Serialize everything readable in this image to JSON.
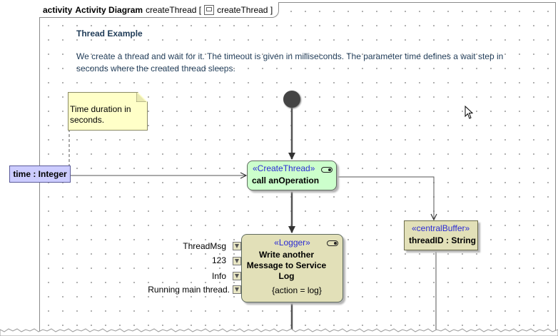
{
  "frame": {
    "kind": "activity",
    "diagram_type": "Activity Diagram",
    "name": "createThread [",
    "ref_name": "createThread ]"
  },
  "documentation": {
    "title": "Thread Example",
    "text": "We create a thread and wait for it. The timeout is given in milliseconds. The parameter time defines a wait step in seconds where the created thread sleeps."
  },
  "note": {
    "text": "Time duration in seconds."
  },
  "parameter": {
    "label": "time : Integer"
  },
  "actions": {
    "create": {
      "stereotype": "«CreateThread»",
      "name": "call anOperation"
    },
    "logger": {
      "stereotype": "«Logger»",
      "name": "Write another Message to Service Log",
      "tag": "{action = log}",
      "pins": [
        {
          "label": "ThreadMsg"
        },
        {
          "label": "123"
        },
        {
          "label": "Info"
        },
        {
          "label": "Running main thread."
        }
      ]
    }
  },
  "buffer": {
    "stereotype": "«centralBuffer»",
    "name": "threadID : String"
  },
  "colors": {
    "create_fill": "#ccffcc",
    "logger_fill": "#e2e0b8",
    "parameter_fill": "#ccccff",
    "note_fill": "#ffffc8",
    "stereotype_text": "#2a2ad4"
  }
}
